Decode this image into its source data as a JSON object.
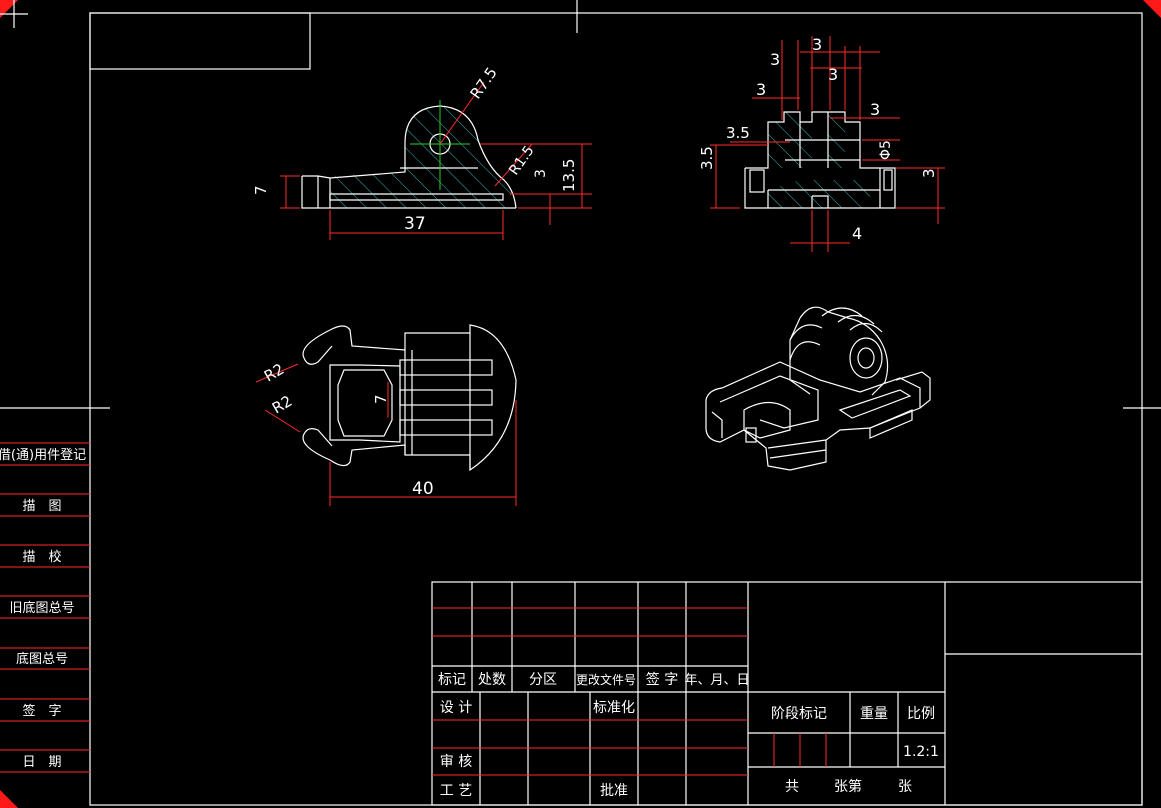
{
  "colors": {
    "background": "#000000",
    "geometry": "#ffffff",
    "dimension": "#ff2a2a",
    "hatch": "#39c7c7",
    "centerline": "#2ad12a"
  },
  "front_view": {
    "r75": "R7.5",
    "r15": "R1.5",
    "dim_7": "7",
    "dim_3": "3",
    "dim_13_5": "13.5",
    "dim_37": "37"
  },
  "side_view": {
    "dim_3_a": "3",
    "dim_3_b": "3",
    "dim_3_c": "3",
    "dim_3_d": "3",
    "dim_3_5_top": "3.5",
    "dim_3_5_left": "3.5",
    "dim_dia5": "Φ5",
    "dim_3_right": "3",
    "dim_4": "4"
  },
  "top_view": {
    "r2_top": "R2",
    "r2_bottom": "R2",
    "dim_7": "7",
    "dim_40": "40"
  },
  "left_table": {
    "rows": [
      "借(通)用件登记",
      "描　图",
      "描　校",
      "旧底图总号",
      "底图总号",
      "签　字",
      "日　期"
    ]
  },
  "title_block": {
    "header": [
      "标记",
      "处数",
      "分区",
      "更改文件号",
      "签 字",
      "年、月、日"
    ],
    "design": "设 计",
    "standardize": "标准化",
    "review": "审 核",
    "process": "工 艺",
    "approve": "批准",
    "stage_mark": "阶段标记",
    "weight": "重量",
    "scale_label": "比例",
    "scale_value": "1.2:1",
    "sheet_total": "共",
    "sheet_zhang": "张第",
    "sheet_end": "张"
  }
}
